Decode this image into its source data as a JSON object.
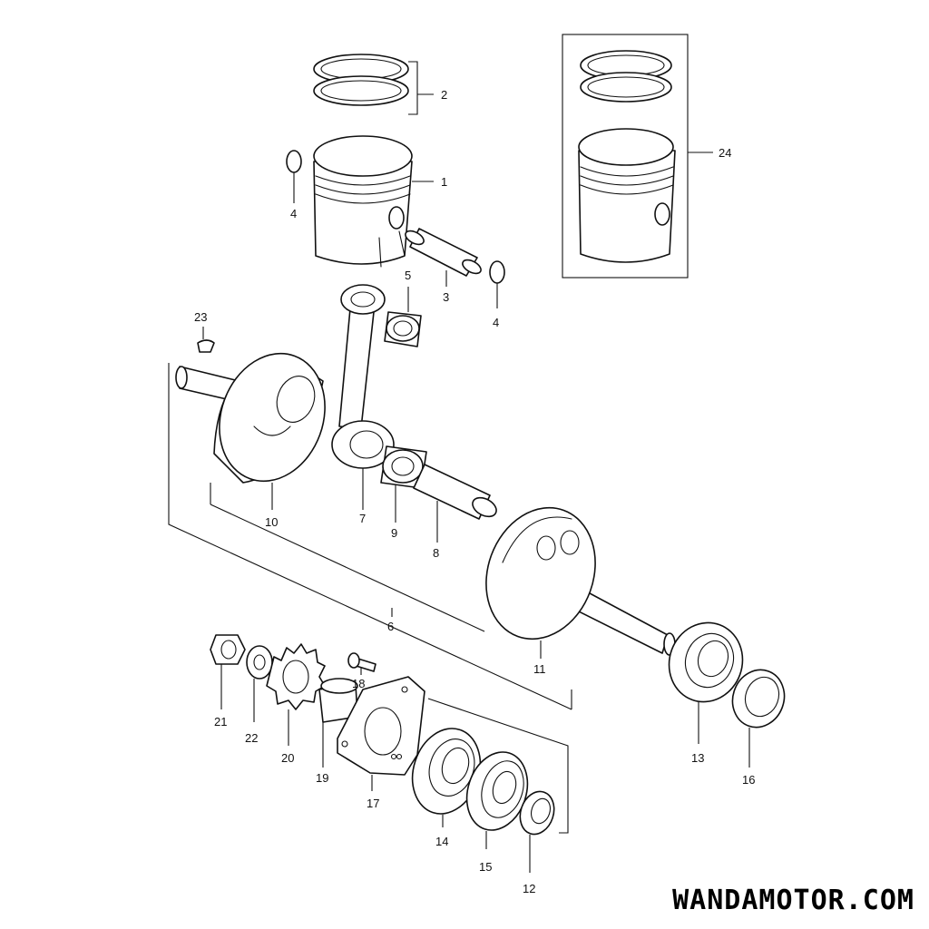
{
  "callouts": {
    "c1": "1",
    "c2": "2",
    "c3": "3",
    "c4a": "4",
    "c4b": "4",
    "c5": "5",
    "c6": "6",
    "c7": "7",
    "c8": "8",
    "c9": "9",
    "c10": "10",
    "c11": "11",
    "c12": "12",
    "c13": "13",
    "c14": "14",
    "c15": "15",
    "c16": "16",
    "c17": "17",
    "c18": "18",
    "c19": "19",
    "c20": "20",
    "c21": "21",
    "c22": "22",
    "c23": "23",
    "c24": "24"
  },
  "watermark": "WANDAMOTOR.COM",
  "colors": {
    "ink": "#111111",
    "background": "#ffffff"
  }
}
